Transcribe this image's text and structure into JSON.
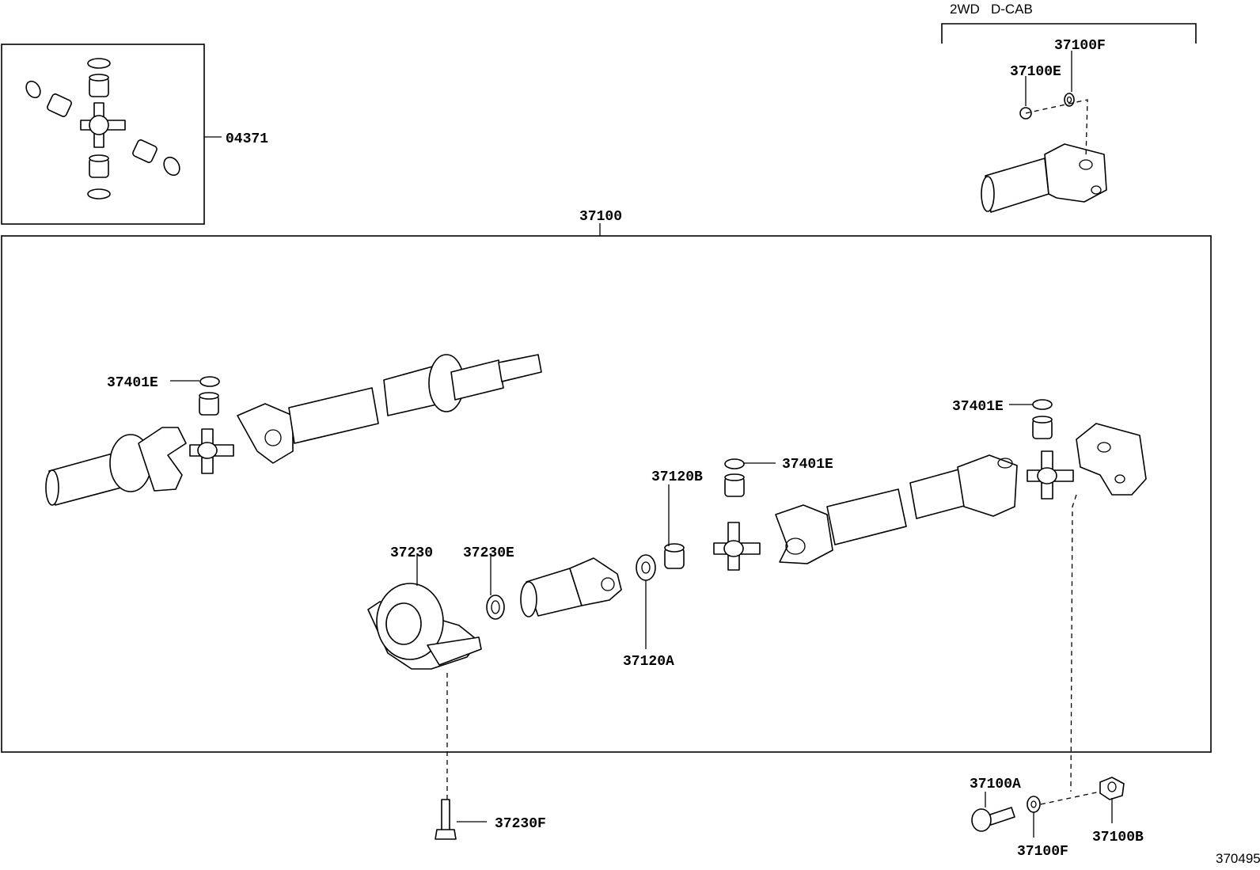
{
  "variant": {
    "label": "2WD   D-CAB"
  },
  "figure_id": "370495",
  "callouts": {
    "kit_04371": "04371",
    "assy_37100": "37100",
    "nut_37100E": "37100E",
    "washer_37100F_top": "37100F",
    "snap_37401E_left": "37401E",
    "snap_37401E_right": "37401E",
    "snap_37401E_mid": "37401E",
    "spacer_37120B": "37120B",
    "washer_37120A": "37120A",
    "bearing_37230": "37230",
    "washer_37230E": "37230E",
    "bolt_37230F": "37230F",
    "bolt_37100A": "37100A",
    "washer_37100F_bottom": "37100F",
    "nut_37100B": "37100B"
  }
}
